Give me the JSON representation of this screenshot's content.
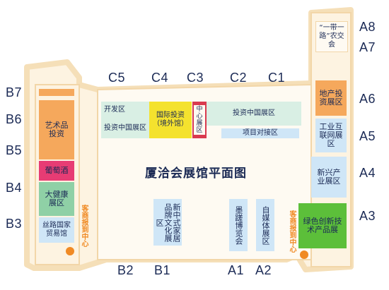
{
  "title": "厦洽会展馆平面图",
  "colors": {
    "floor": "#fdf3e1",
    "wall": "#f5dfb8",
    "accent": "#f08a24",
    "text": "#1b2a55"
  },
  "hall_labels": {
    "c5": "C5",
    "c4": "C4",
    "c3": "C3",
    "c2": "C2",
    "c1": "C1",
    "b7": "B7",
    "b6": "B6",
    "b5": "B5",
    "b4": "B4",
    "b3": "B3",
    "b2": "B2",
    "b1": "B1",
    "a1": "A1",
    "a2": "A2",
    "a8": "A8",
    "a7": "A7",
    "a6": "A6",
    "a5": "A5",
    "a4": "A4",
    "a3": "A3"
  },
  "zones": {
    "kaifa": "开发区",
    "touzi_left": "投资中国展区",
    "guoji": "国际投资（境外馆）",
    "zhongxin": "中心展区",
    "touzi_right": "投资中国展区",
    "xiangmu": "项目对接区",
    "yishupin": "艺术品投资",
    "putaojiu": "葡萄酒",
    "dajiankang": "大健康展区",
    "silu": "丝路国家贸易馆",
    "xinzhongshi": "新中式家居品牌文化展区",
    "molv": "墨蹉博览会",
    "zimeiti": "自媒体展区",
    "yidaiyilu": "“一带一路”农交会",
    "dichan": "地产投资展区",
    "gongye": "工业互联网展区",
    "xinxing": "新兴产业展区",
    "lvse": "绿色创新技术产品展"
  },
  "registration": {
    "left": "客商报到中心",
    "right": "客商报到中心"
  }
}
